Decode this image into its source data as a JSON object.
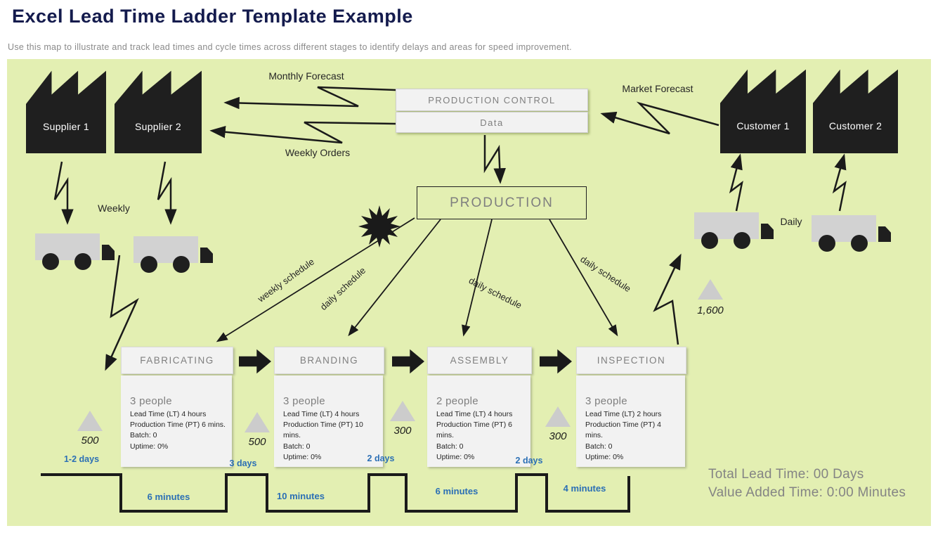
{
  "header": {
    "title": "Excel Lead Time Ladder Template Example",
    "subtitle": "Use this map to illustrate and track lead times and cycle times across different stages to identify delays and areas for speed improvement."
  },
  "suppliers": [
    {
      "label": "Supplier 1"
    },
    {
      "label": "Supplier 2"
    }
  ],
  "customers": [
    {
      "label": "Customer 1"
    },
    {
      "label": "Customer 2"
    }
  ],
  "production_control": {
    "label": "PRODUCTION CONTROL",
    "data_label": "Data"
  },
  "production": {
    "label": "PRODUCTION"
  },
  "flow_labels": {
    "monthly_forecast": "Monthly Forecast",
    "weekly_orders": "Weekly Orders",
    "market_forecast": "Market Forecast",
    "weekly": "Weekly",
    "daily": "Daily"
  },
  "schedule_labels": {
    "weekly_schedule": "weekly schedule",
    "daily_schedule": "daily schedule"
  },
  "processes": [
    {
      "name": "FABRICATING",
      "people": "3 people",
      "lead_time": "Lead Time (LT) 4 hours",
      "production_time": "Production Time (PT) 6 mins.",
      "batch": "Batch: 0",
      "uptime": "Uptime: 0%"
    },
    {
      "name": "BRANDING",
      "people": "3 people",
      "lead_time": "Lead Time (LT) 4 hours",
      "production_time": "Production Time (PT) 10 mins.",
      "batch": "Batch: 0",
      "uptime": "Uptime: 0%"
    },
    {
      "name": "ASSEMBLY",
      "people": "2 people",
      "lead_time": "Lead Time (LT) 4 hours",
      "production_time": "Production Time (PT) 6 mins.",
      "batch": "Batch: 0",
      "uptime": "Uptime: 0%"
    },
    {
      "name": "INSPECTION",
      "people": "3 people",
      "lead_time": "Lead Time (LT) 2 hours",
      "production_time": "Production Time (PT) 4 mins.",
      "batch": "Batch: 0",
      "uptime": "Uptime: 0%"
    }
  ],
  "inventory": [
    {
      "value": "500"
    },
    {
      "value": "500"
    },
    {
      "value": "300"
    },
    {
      "value": "300"
    },
    {
      "value": "1,600"
    }
  ],
  "timeline": {
    "lead_times": [
      "1-2 days",
      "3 days",
      "2 days",
      "2 days"
    ],
    "cycle_times": [
      "6 minutes",
      "10 minutes",
      "6 minutes",
      "4 minutes"
    ]
  },
  "totals": {
    "total_lead_time": "Total Lead Time: 00 Days",
    "value_added_time": "Value Added Time: 0:00 Minutes"
  },
  "colors": {
    "background_green": "#e3efb2",
    "accent_blue": "#2b6fb5",
    "title_navy": "#141b4d",
    "box_gray": "#f2f2f2",
    "shape_black": "#1f1f1f",
    "text_gray": "#7f7f7f"
  }
}
